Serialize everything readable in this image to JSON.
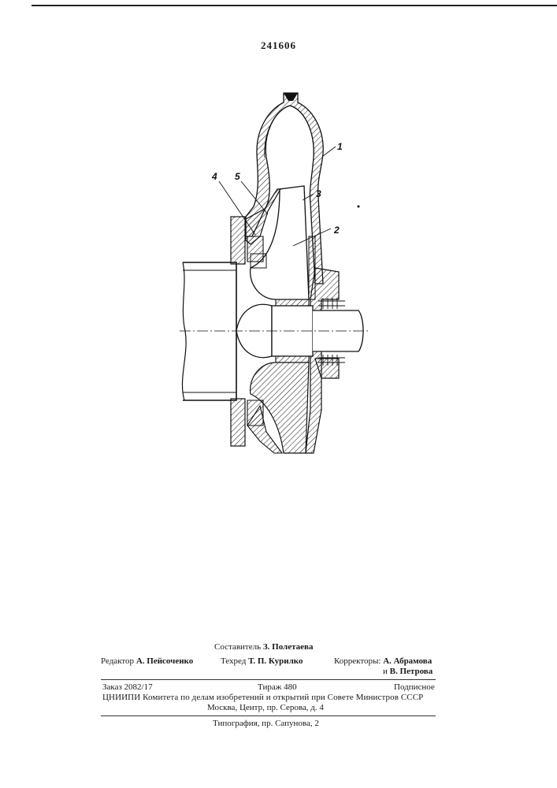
{
  "patent": {
    "number": "241606"
  },
  "figure": {
    "part_labels": [
      "1",
      "2",
      "3",
      "4",
      "5"
    ]
  },
  "imprint": {
    "compiler": {
      "label": "Составитель",
      "name": "З. Полетаева"
    },
    "editor": {
      "label": "Редактор",
      "name": "А. Пейсоченко"
    },
    "techred": {
      "label": "Техред",
      "name": "Т. П. Курилко"
    },
    "correctors": {
      "label": "Корректоры:",
      "name1": "А. Абрамова",
      "name2_prefix": "и",
      "name2": "В. Петрова"
    },
    "order": "Заказ 2082/17",
    "circulation": "Тираж 480",
    "subscription": "Подписное",
    "institute": "ЦНИИПИ Комитета по делам изобретений и открытий при Совете Министров СССР",
    "address": "Москва, Центр, пр. Серова, д. 4",
    "printer": "Типография, пр. Сапунова, 2"
  }
}
